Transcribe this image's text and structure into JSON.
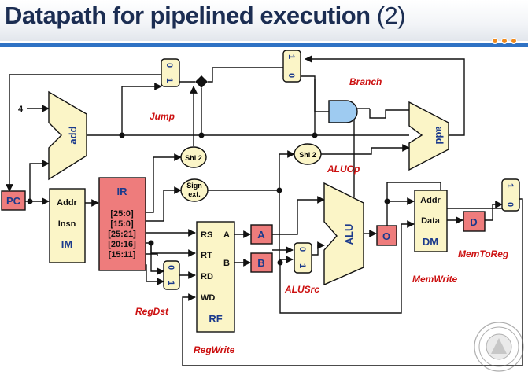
{
  "slide": {
    "title": "Datapath for pipelined execution",
    "title_number": "(2)"
  },
  "diagram": {
    "pc": "PC",
    "constant_four": "4",
    "add_label": "add",
    "im": {
      "addr": "Addr",
      "insn": "Insn",
      "name": "IM"
    },
    "ir": {
      "name": "IR",
      "fields": [
        "[25:0]",
        "[15:0]",
        "[25:21]",
        "[20:16]",
        "[15:11]"
      ]
    },
    "shl2": "Shl 2",
    "sign_ext": [
      "Sign",
      "ext."
    ],
    "rf": {
      "rs": "RS",
      "rt": "RT",
      "rd": "RD",
      "wd": "WD",
      "a": "A",
      "b": "B",
      "name": "RF"
    },
    "reg_a": "A",
    "reg_b": "B",
    "alu": "ALU",
    "reg_o": "O",
    "dm": {
      "addr": "Addr",
      "data": "Data",
      "name": "DM"
    },
    "reg_d": "D",
    "mux_zero": "0",
    "mux_one": "1",
    "signals": {
      "jump": "Jump",
      "branch": "Branch",
      "aluop": "ALUOp",
      "alusrc": "ALUSrc",
      "regdst": "RegDst",
      "regwrite": "RegWrite",
      "memwrite": "MemWrite",
      "memtoreg": "MemToReg"
    }
  }
}
